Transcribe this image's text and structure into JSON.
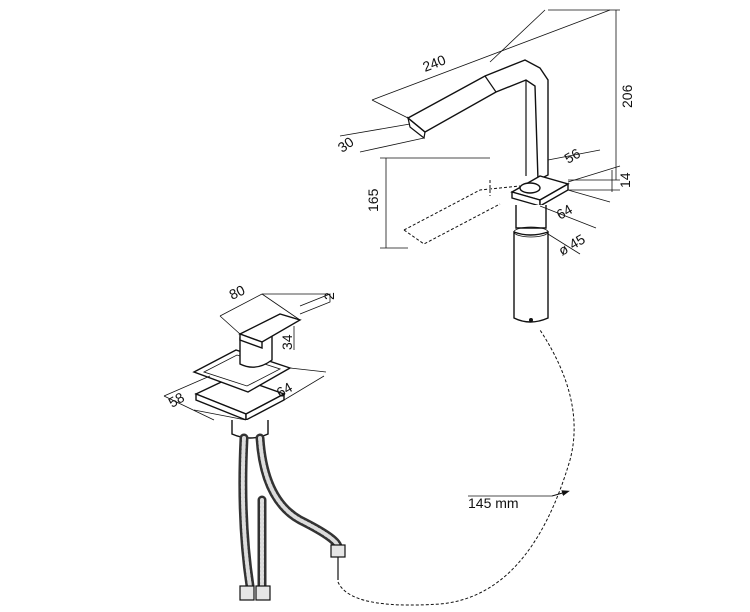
{
  "dimensions": {
    "spout_length": "240",
    "spout_thickness": "30",
    "total_height": "206",
    "base_width": "56",
    "base_thickness": "14",
    "pullout_height": "165",
    "base_depth": "64",
    "body_diameter": "ø 45",
    "lever_length": "80",
    "lever_thickness": "2",
    "lever_height": "34",
    "plate_width": "58",
    "plate_depth": "64",
    "hose_length": "145 mm"
  }
}
